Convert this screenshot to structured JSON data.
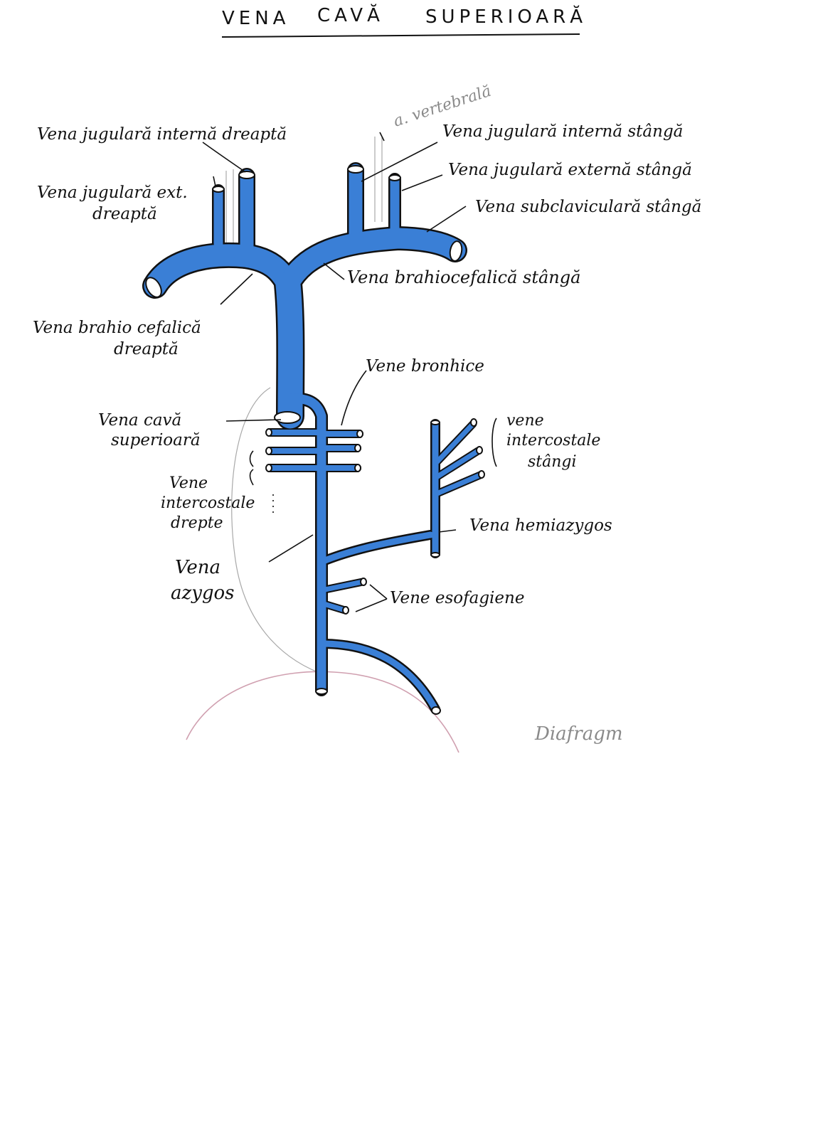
{
  "title": {
    "words": [
      "VENA",
      "CAVĂ",
      "SUPERIOARĂ"
    ]
  },
  "labels": {
    "vertebral_artery": "a. vertebrală",
    "jugular_internal_right": "Vena jugulară internă dreaptă",
    "jugular_external_right_1": "Vena jugulară ext.",
    "jugular_external_right_2": "dreaptă",
    "jugular_internal_left": "Vena jugulară internă stângă",
    "jugular_external_left": "Vena jugulară externă stângă",
    "subclavian_left": "Vena subclaviculară stângă",
    "brachiocephalic_left": "Vena brahiocefalică stângă",
    "brachiocephalic_right_1": "Vena brahio cefalică",
    "brachiocephalic_right_2": "dreaptă",
    "bronchial": "Vene bronhice",
    "superior_vena_cava_1": "Vena cavă",
    "superior_vena_cava_2": "superioară",
    "intercostal_left_1": "vene",
    "intercostal_left_2": "intercostale",
    "intercostal_left_3": "stângi",
    "intercostal_right_1": "Vene",
    "intercostal_right_2": "intercostale",
    "intercostal_right_3": "drepte",
    "hemiazygos": "Vena hemiazygos",
    "azygos_1": "Vena",
    "azygos_2": "azygos",
    "esophageal": "Vene esofagiene",
    "diaphragm": "Diafragm"
  },
  "colors": {
    "vein_blue": "#3a7fd6",
    "ink": "#111111",
    "diaphragm_line": "#d0a0b0",
    "faint_outline": "#a9a9a9"
  }
}
